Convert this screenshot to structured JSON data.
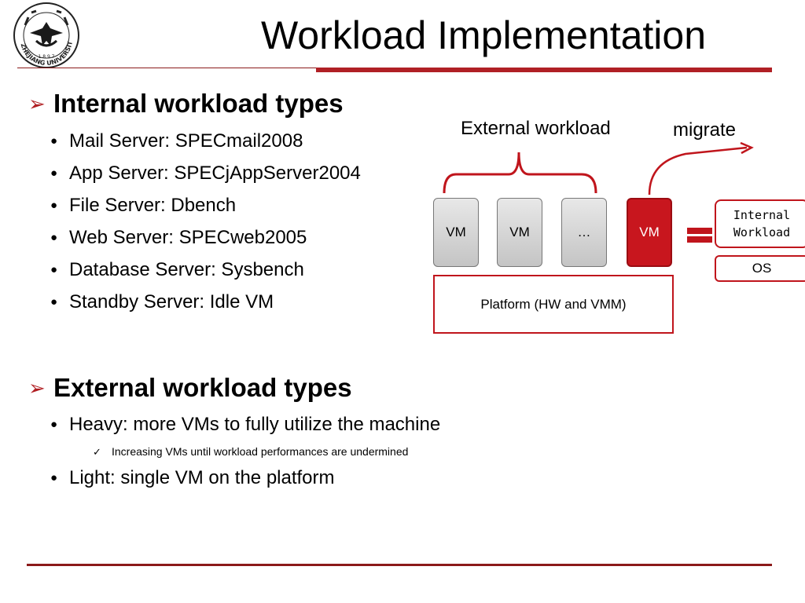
{
  "header": {
    "title": "Workload Implementation",
    "logo_text": "ZHEJIANG UNIVERSITY",
    "logo_year": "1 8 9 7"
  },
  "internal": {
    "heading": "Internal workload types",
    "items": [
      "Mail Server: SPECmail2008",
      "App Server: SPECjAppServer2004",
      "File Server: Dbench",
      "Web Server: SPECweb2005",
      "Database Server: Sysbench",
      "Standby Server: Idle VM"
    ]
  },
  "external": {
    "heading": "External workload types",
    "items": [
      {
        "text": "Heavy: more VMs to fully utilize the machine",
        "sub": [
          "Increasing VMs until workload performances are undermined"
        ]
      },
      {
        "text": "Light: single VM on the platform",
        "sub": []
      }
    ]
  },
  "diagram": {
    "external_label": "External workload",
    "migrate_label": "migrate",
    "vms": [
      "VM",
      "VM",
      "…",
      "VM"
    ],
    "platform": "Platform (HW and VMM)",
    "internal_line1": "Internal",
    "internal_line2": "Workload",
    "os": "OS"
  },
  "colors": {
    "accent": "#c0151c",
    "rule": "#8b1a1a"
  }
}
